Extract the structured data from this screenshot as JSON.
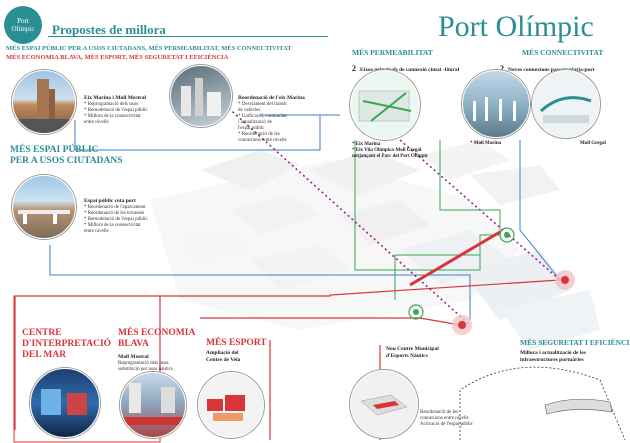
{
  "header": {
    "tag_line1": "Port",
    "tag_line2": "Olímpic",
    "subtitle": "Propostes de millora",
    "title": "Port Olímpic"
  },
  "summary": {
    "line1_a": "MÉS ESPAI PÚBLIC PER A USOS CIUTADANS,",
    "line1_b": "MÉS PERMEABILITAT,",
    "line1_c": "MÉS CONNECTIVITAT",
    "line2": "MÉS ECONOMIA BLAVA, MÉS ESPORT, MÉS SEGURETAT I EFICIÈNCIA"
  },
  "eix_marina": {
    "title": "Eix Marina i Moll Mestral",
    "bullets": [
      "* Reprogramació dels usos",
      "* Remodelació de l'espai públic",
      "* Millora de la connectivitat",
      "  entre nivells"
    ]
  },
  "frix_marina": {
    "title": "Reordenació de l'eix Marina",
    "bullets": [
      "* Desviament del trànsit",
      "  de vehicles",
      "* Unificació, continuïtat",
      "  i actualització de",
      "  l'espai públic",
      "* Reordenació de les",
      "  connexions entre nivells"
    ]
  },
  "espai_public": {
    "heading1": "MÉS ESPAI PÚBLIC",
    "heading2": "PER A USOS CIUTADANS",
    "title": "Espai públic cota port",
    "bullets": [
      "* Reordenació de l'aparcament",
      "* Reordenació de les terrasses",
      "* Remodelació de l'espai públic",
      "* Millora de la connectivitat",
      "  entre nivells"
    ]
  },
  "permeabilitat": {
    "heading": "MÉS PERMEABILITAT",
    "sub_num": "2",
    "sub": "Eixos principals de connexió ciutat -litoral",
    "bullets": [
      "* Eix Marina",
      "* Eix Vila Olímpica-Moll Gregal",
      "  mitjançant el Parc del Port Olímpic"
    ]
  },
  "connectivitat": {
    "heading": "MÉS CONNECTIVITAT",
    "sub_num": "2",
    "sub": "Noves connexions passeig platja-port",
    "label_marina": "* Moll Marina",
    "label_gregal": "Moll Gregal"
  },
  "centre_interpretacio": {
    "line1": "CENTRE",
    "line2": "D'INTERPRETACIÓ",
    "line3": "DEL MAR"
  },
  "economia": {
    "line1": "MÉS ECONOMIA",
    "line2": "BLAVA",
    "title": "Moll Mestral",
    "text1": "Reprogramació dels usos:",
    "text2": "substitució per usos nàutics"
  },
  "esport": {
    "heading": "MÉS ESPORT",
    "title1": "Ampliació del",
    "title2": "Centre de Vela"
  },
  "centre_municipal": {
    "title1": "Nou Centre Municipal",
    "title2": "d'Esports Nàutics",
    "text1": "Reordenació de les",
    "text2": "connexions entre nivells",
    "text3": "Activació de l'espai públic"
  },
  "seguretat": {
    "heading": "MÉS SEGURETAT I EFICIÈNCIA",
    "title1": "Millora i actualització de les",
    "title2": "infraestructures portuàries"
  },
  "colors": {
    "teal": "#2a8e95",
    "red": "#d9343a",
    "blue": "#3d7fc4",
    "green": "#3aa655",
    "magenta": "#a0228c"
  }
}
